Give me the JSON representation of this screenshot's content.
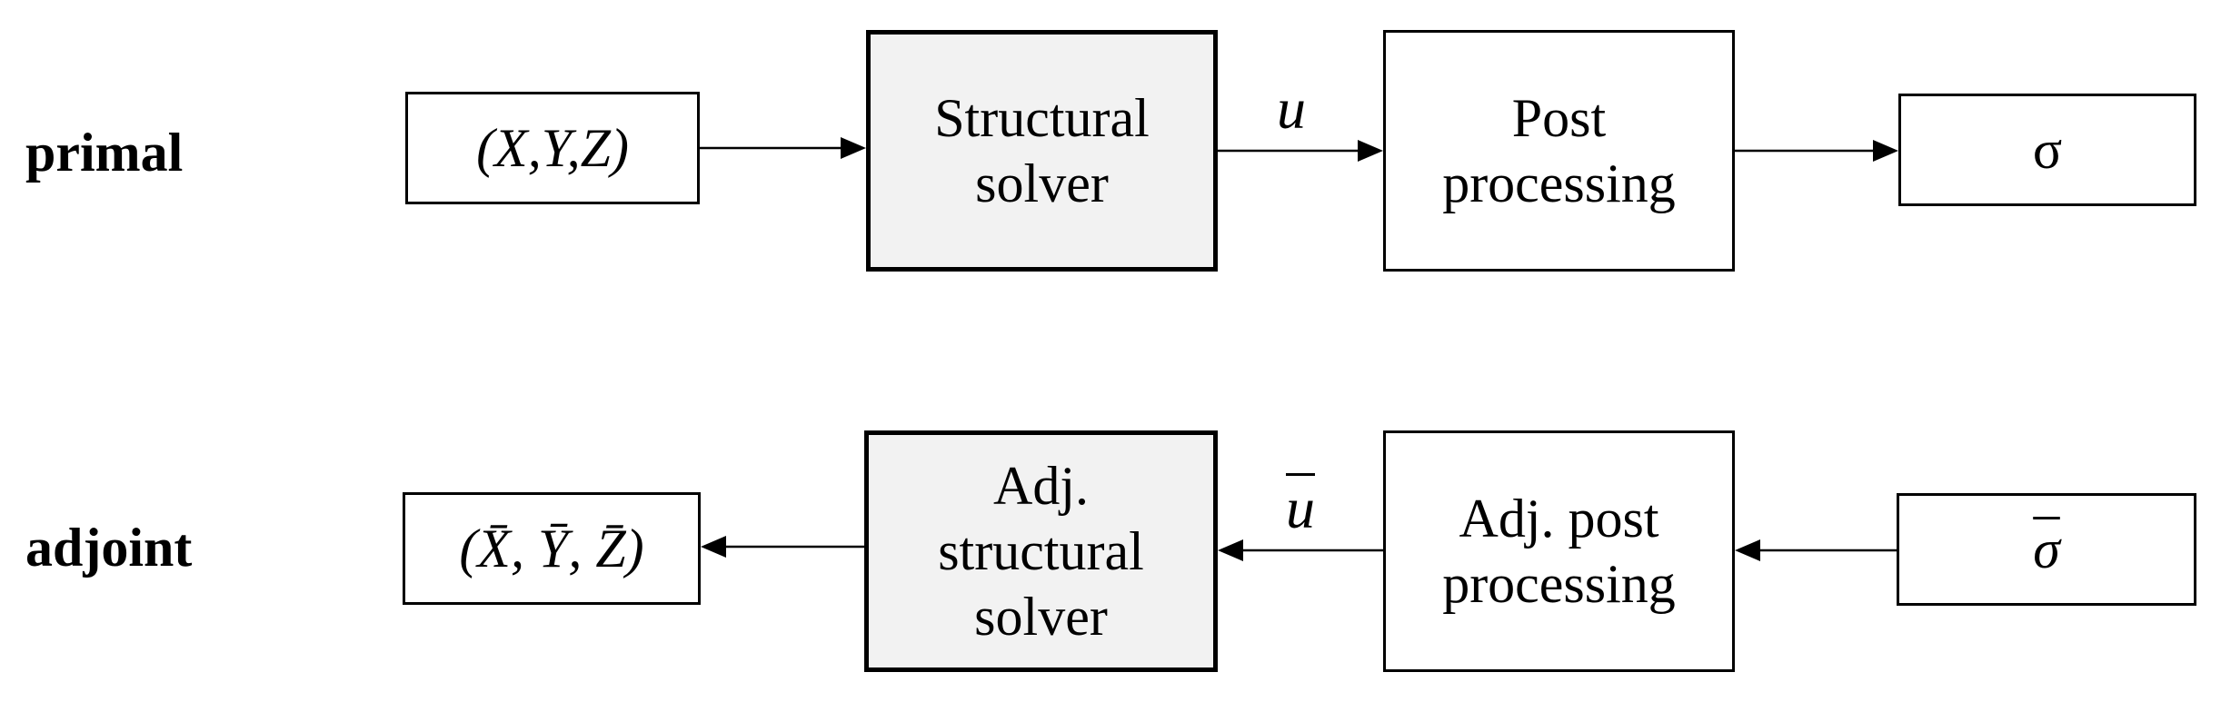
{
  "rows": {
    "primal": {
      "label": "primal",
      "input": "(X,Y,Z)",
      "solver": "Structural\nsolver",
      "state": "u",
      "post": "Post\nprocessing",
      "output": "σ"
    },
    "adjoint": {
      "label": "adjoint",
      "output": "(X̄, Ȳ, Z̄)",
      "solver": "Adj.\nstructural\nsolver",
      "state": "u",
      "post": "Adj. post\nprocessing",
      "input": "σ"
    }
  }
}
